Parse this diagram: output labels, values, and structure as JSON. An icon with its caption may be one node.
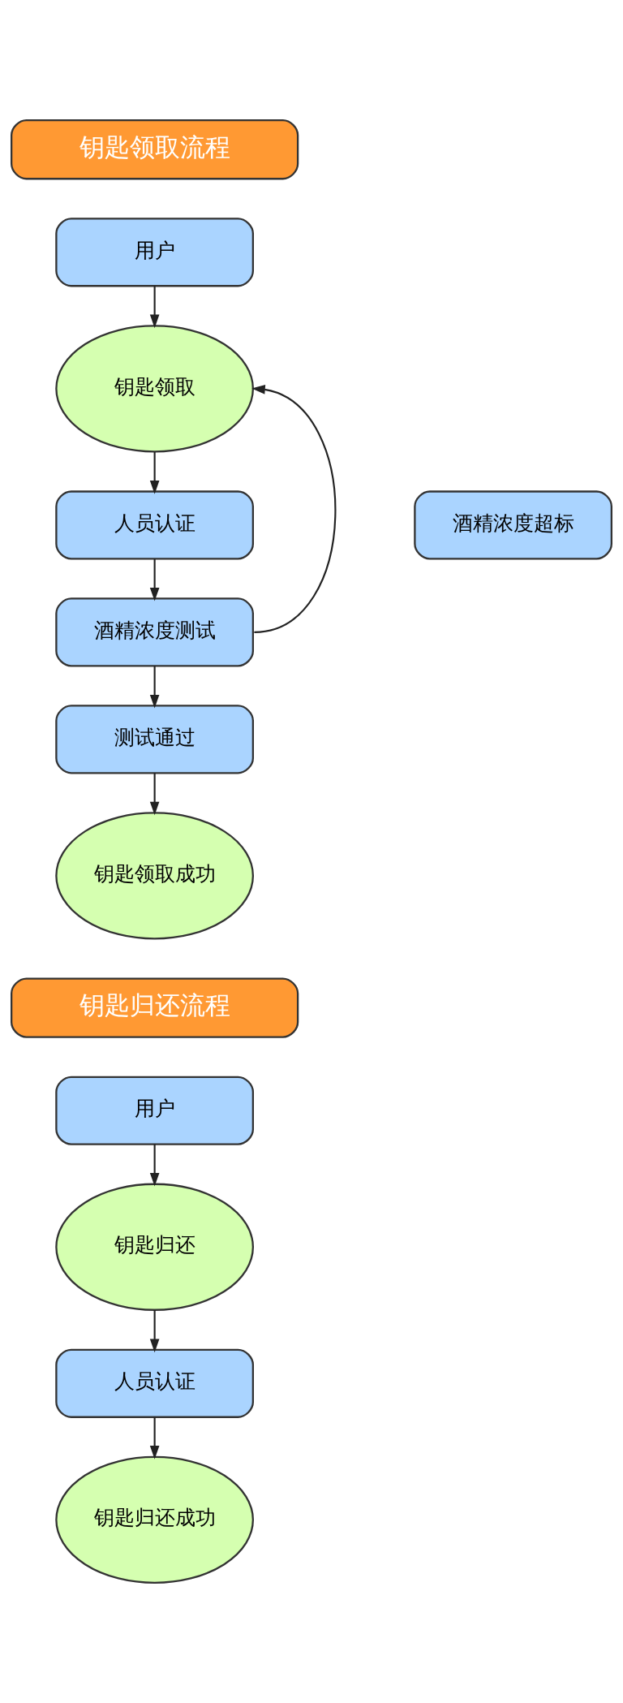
{
  "diagram": {
    "nodes": [
      {
        "text": [
          "钥匙领取流程"
        ]
      },
      {
        "text": [
          "用户"
        ]
      },
      {
        "text": [
          "钥匙领取"
        ]
      },
      {
        "text": [
          "人员认证"
        ]
      },
      {
        "text": [
          "酒精浓度超标"
        ]
      },
      {
        "text": [
          "酒精浓度测试"
        ]
      },
      {
        "text": [
          "测试通过"
        ]
      },
      {
        "text": [
          "钥匙领取成功"
        ]
      },
      {
        "text": [
          "钥匙归还流程"
        ]
      },
      {
        "text": [
          "用户"
        ]
      },
      {
        "text": [
          "钥匙归还"
        ]
      },
      {
        "text": [
          "人员认证"
        ]
      },
      {
        "text": [
          "钥匙归还成功"
        ]
      }
    ],
    "edges": [
      {
        "from": 1,
        "to": 2,
        "arrow": "to"
      },
      {
        "from": 2,
        "to": 3,
        "arrow": "to"
      },
      {
        "from": 3,
        "to": 5,
        "arrow": "to"
      },
      {
        "from": 5,
        "to": 2,
        "arrow": "to"
      },
      {
        "from": 5,
        "to": 6,
        "arrow": "to"
      },
      {
        "from": 6,
        "to": 7,
        "arrow": "to"
      },
      {
        "from": 9,
        "to": 10,
        "arrow": "to"
      },
      {
        "from": 10,
        "to": 11,
        "arrow": "to"
      },
      {
        "from": 11,
        "to": 12,
        "arrow": "to"
      }
    ]
  }
}
